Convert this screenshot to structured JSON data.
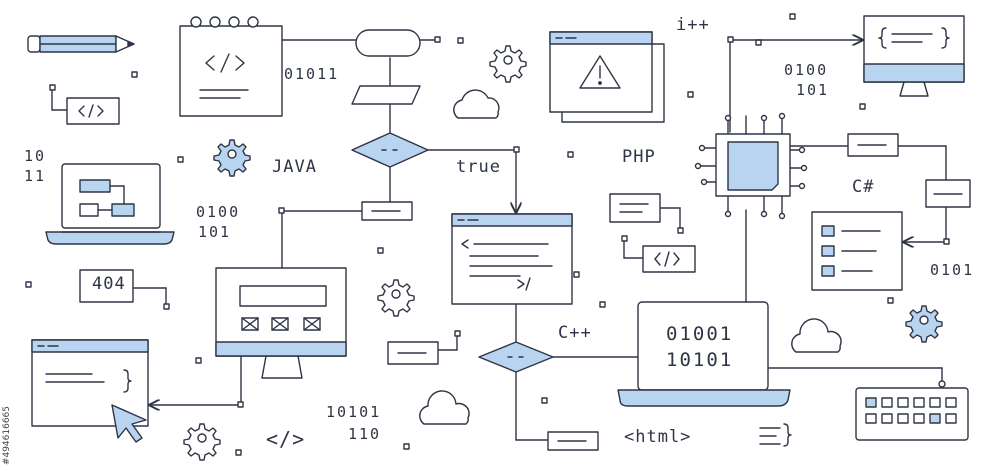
{
  "texts": {
    "java": "JAVA",
    "true": "true",
    "php": "PHP",
    "cpp": "C++",
    "csharp": "C#",
    "ipp": "i++",
    "html": "<html>",
    "code_404": "404",
    "tag_small": "</>",
    "tag_large": "</>",
    "bin_01011": "01011",
    "bin_0100_a": "0100",
    "bin_101_a": "101",
    "bin_0100_b": "0100",
    "bin_101_b": "101",
    "bin_10": "10",
    "bin_11": "11",
    "bin_0101": "0101",
    "bin_10101": "10101",
    "bin_110": "110",
    "laptop_line1": "01001",
    "laptop_line2": "10101",
    "stock_id": "#494616665"
  },
  "colors": {
    "accent": "#b9d4f1",
    "stroke": "#2f3545"
  }
}
